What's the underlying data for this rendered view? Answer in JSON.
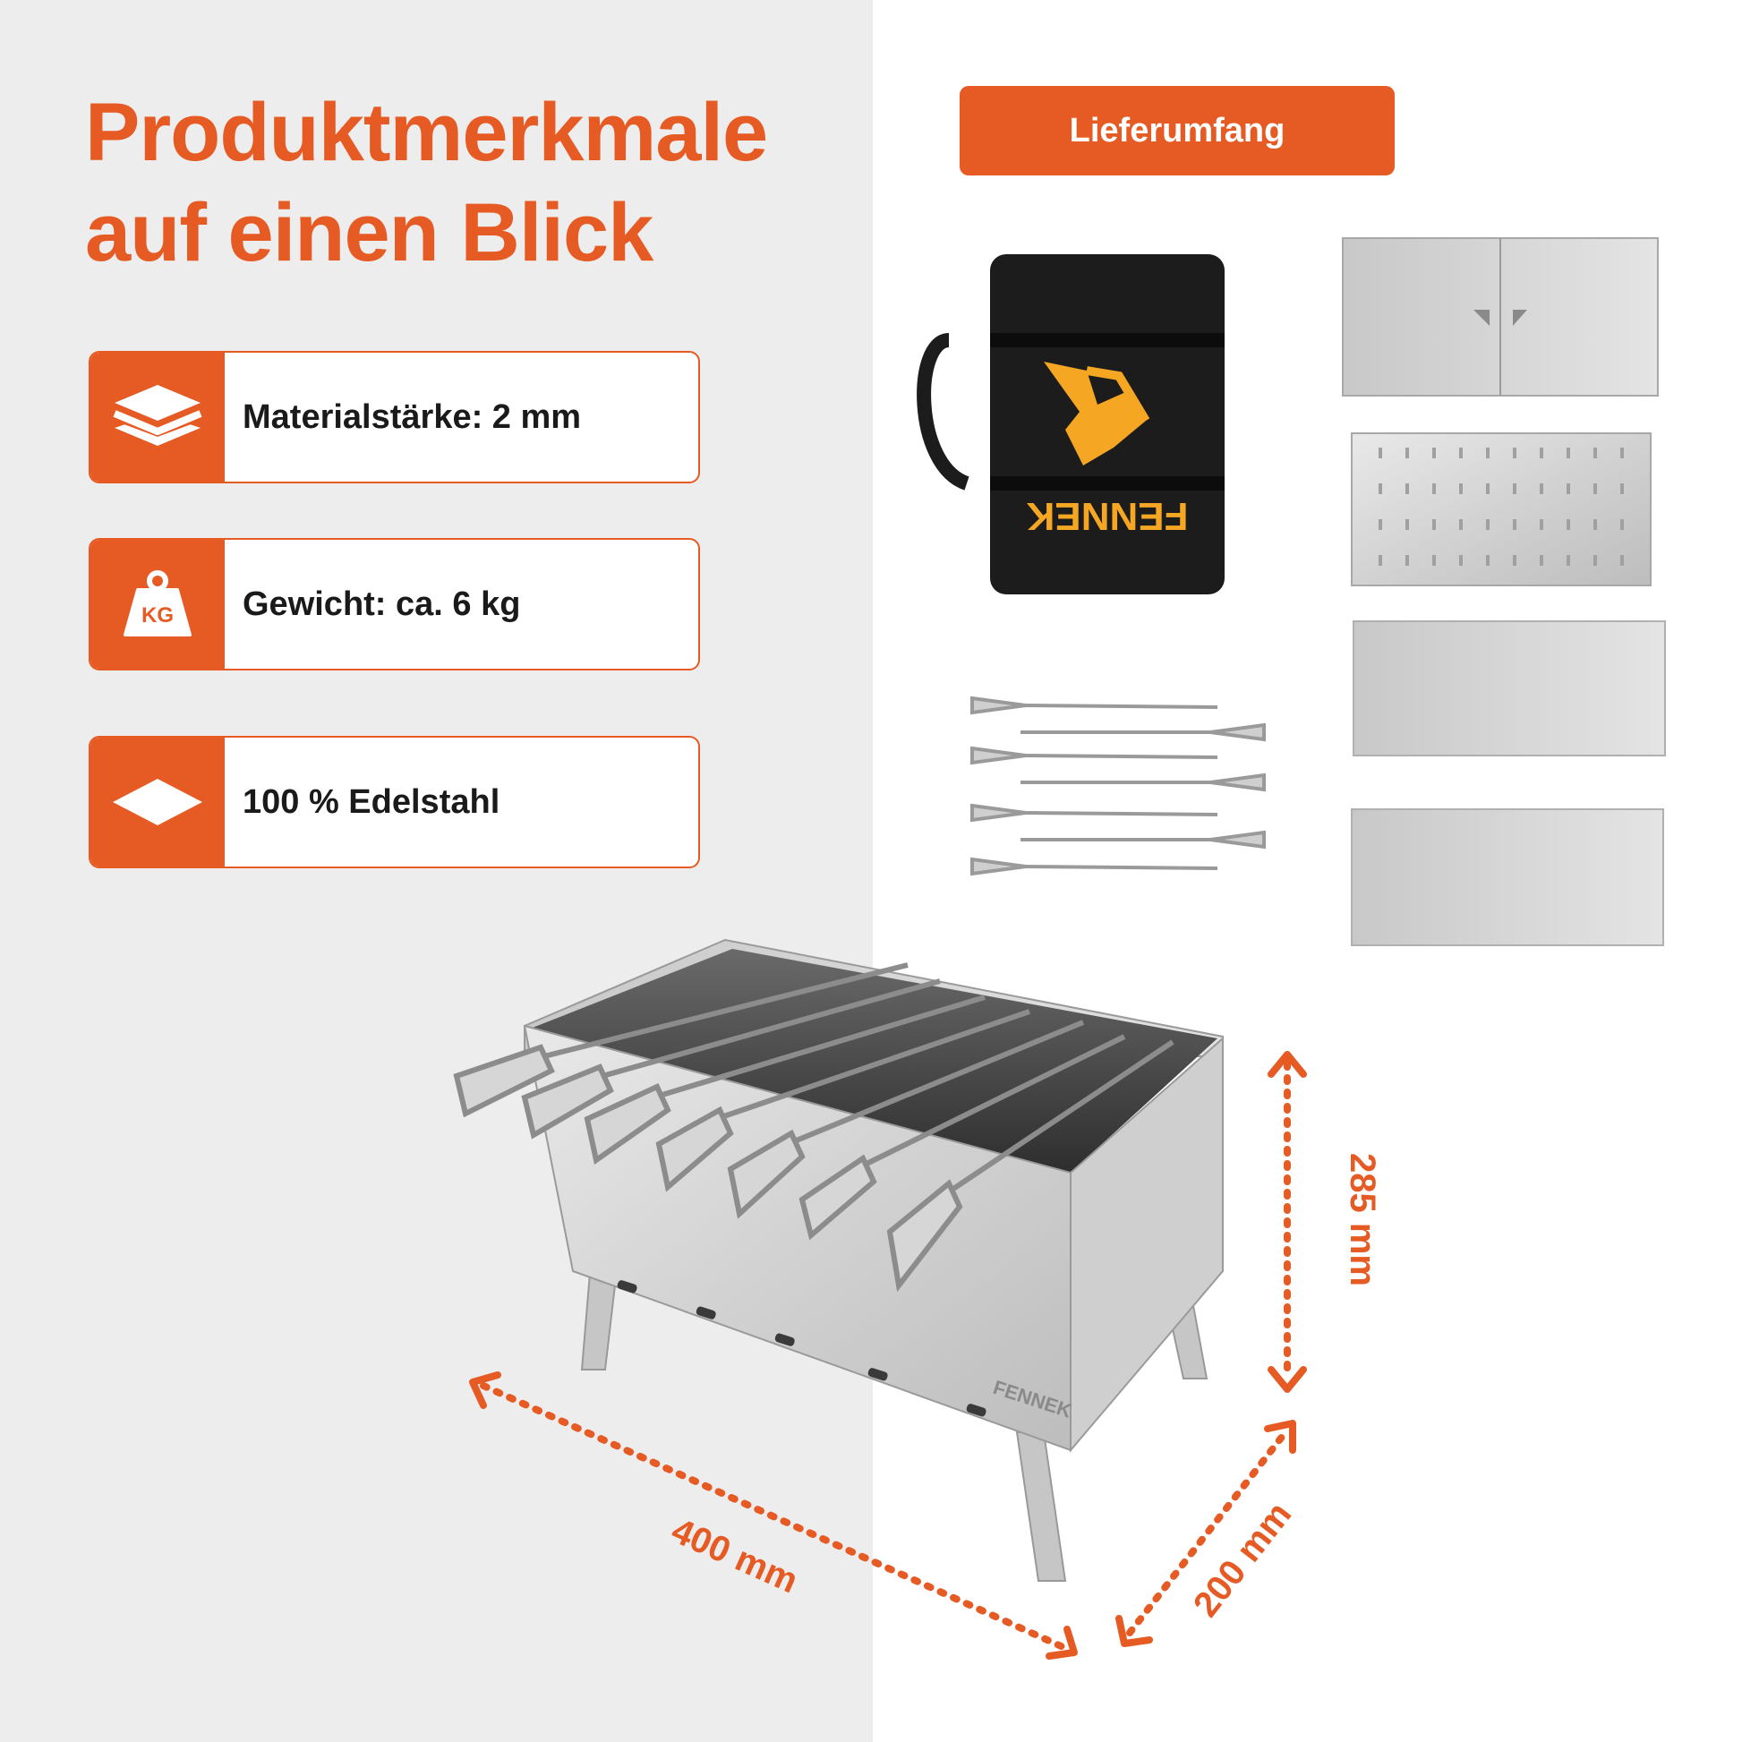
{
  "heading": {
    "line1": "Produktmerkmale",
    "line2": "auf einen Blick"
  },
  "features": [
    {
      "icon": "layers-icon",
      "label": "Materialstärke: 2 mm"
    },
    {
      "icon": "weight-kg-icon",
      "label": "Gewicht: ca. 6 kg",
      "icon_text": "KG"
    },
    {
      "icon": "steel-sheet-icon",
      "label": "100 % Edelstahl"
    }
  ],
  "delivery_badge": "Lieferumfang",
  "brand": "FENNEK",
  "dimensions": {
    "height": "285 mm",
    "length": "400 mm",
    "depth": "200 mm"
  },
  "colors": {
    "accent": "#e65a24",
    "left_panel": "#ededed",
    "text": "#1a1a1a",
    "bag": "#1c1c1c",
    "bag_logo": "#f5a623"
  }
}
